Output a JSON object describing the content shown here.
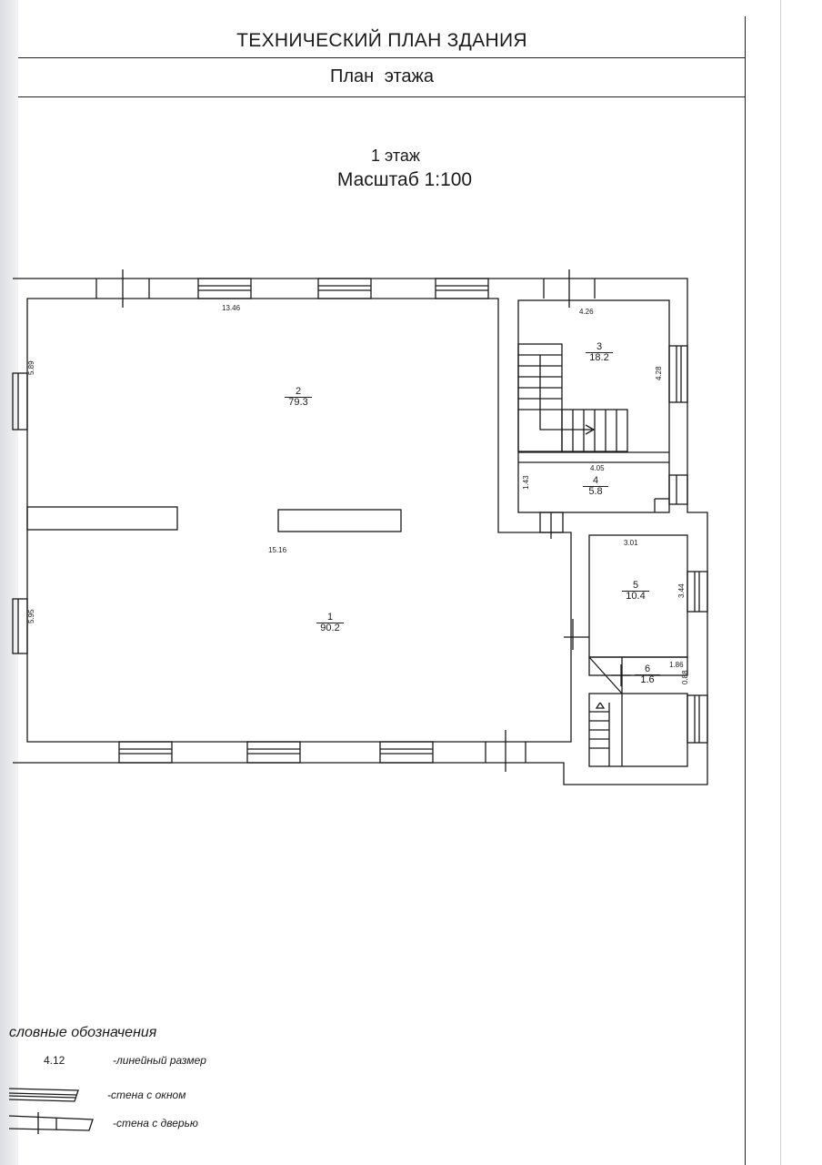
{
  "header": {
    "title": "ТЕХНИЧЕСКИЙ ПЛАН ЗДАНИЯ",
    "subtitle": "План  этажа"
  },
  "plan": {
    "floor": "1 этаж",
    "scale": "Масштаб 1:100",
    "rooms": [
      {
        "number": "2",
        "area": "79.3"
      },
      {
        "number": "1",
        "area": "90.2"
      },
      {
        "number": "3",
        "area": "18.2"
      },
      {
        "number": "4",
        "area": "5.8"
      },
      {
        "number": "5",
        "area": "10.4"
      },
      {
        "number": "6",
        "area": "1.6"
      }
    ],
    "dimensions": [
      "13.46",
      "5.89",
      "15.16",
      "5.95",
      "4.26",
      "4.28",
      "4.05",
      "1.43",
      "3.01",
      "3.44",
      "1.86",
      "0.88"
    ]
  },
  "legend": {
    "title": "словные обозначения",
    "items": [
      {
        "symbol": "4.12",
        "label": "-линейный размер"
      },
      {
        "label": "-стена с окном"
      },
      {
        "label": "-стена с дверью"
      }
    ]
  }
}
